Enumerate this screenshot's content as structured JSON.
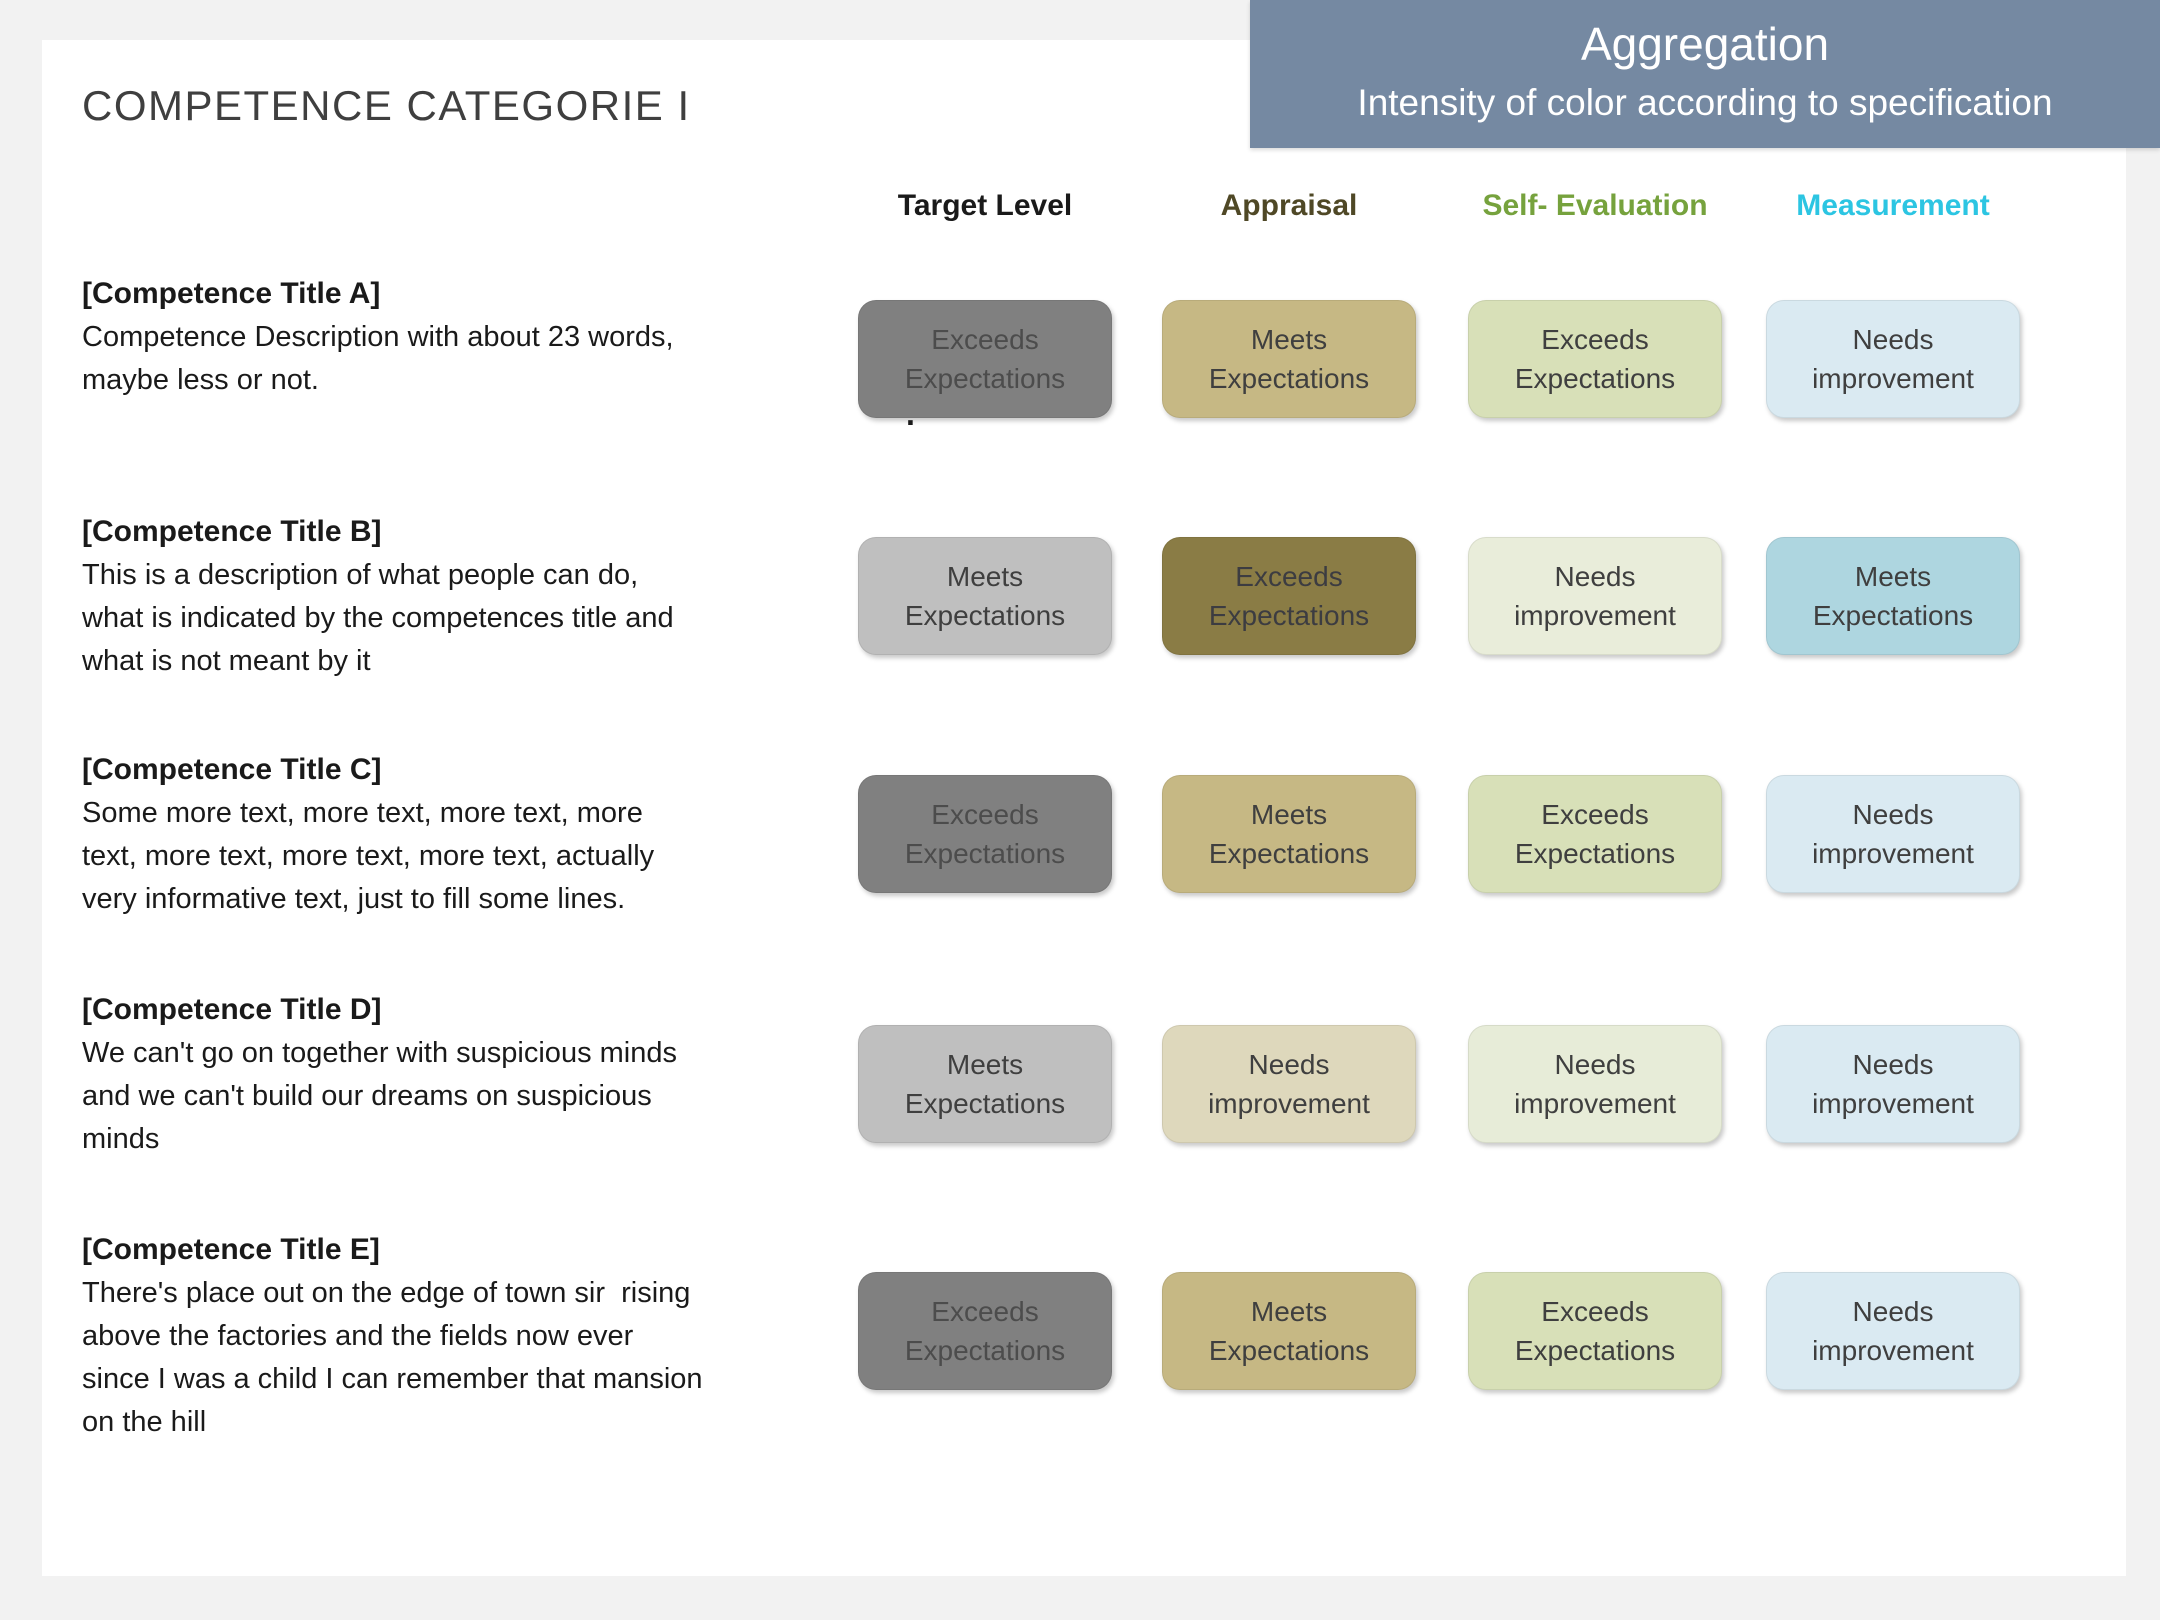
{
  "page": {
    "title": "COMPETENCE CATEGORIE I",
    "background": "#f2f2f2",
    "card_background": "#ffffff",
    "stray_mark": "."
  },
  "banner": {
    "title": "Aggregation",
    "subtitle": "Intensity of color according to specification",
    "bg": "#7589a2",
    "fg": "#ffffff"
  },
  "columns": [
    {
      "label": "Target Level",
      "color": "#1a1a1a"
    },
    {
      "label": "Appraisal",
      "color": "#4f4826"
    },
    {
      "label": "Self- Evaluation",
      "color": "#76a23d"
    },
    {
      "label": "Measurement",
      "color": "#2cc5e2"
    }
  ],
  "rows": [
    {
      "title": "[Competence Title A]",
      "description": "Competence Description with about 23 words,\nmaybe less or not.",
      "cells": [
        {
          "column": "Target Level",
          "label": "Exceeds Expectations",
          "bg": "#808080",
          "fg": "#4c4c4c"
        },
        {
          "column": "Appraisal",
          "label": "Meets Expectations",
          "bg": "#c6b884",
          "fg": "#3f3f3f"
        },
        {
          "column": "Self- Evaluation",
          "label": "Exceeds Expectations",
          "bg": "#d8e0b8",
          "fg": "#3f3f3f"
        },
        {
          "column": "Measurement",
          "label": "Needs improvement",
          "bg": "#daeaf2",
          "fg": "#3f3f3f"
        }
      ]
    },
    {
      "title": "[Competence Title B]",
      "description": "This is a description of what people can do,\nwhat is indicated by the competences title and\nwhat is not meant by it",
      "cells": [
        {
          "column": "Target Level",
          "label": "Meets Expectations",
          "bg": "#bfbfbf",
          "fg": "#3f3f3f"
        },
        {
          "column": "Appraisal",
          "label": "Exceeds Expectations",
          "bg": "#8a7c45",
          "fg": "#3c3c41"
        },
        {
          "column": "Self- Evaluation",
          "label": "Needs improvement",
          "bg": "#e9edda",
          "fg": "#3f3f3f"
        },
        {
          "column": "Measurement",
          "label": "Meets Expectations",
          "bg": "#aed6e0",
          "fg": "#3f3f3f"
        }
      ]
    },
    {
      "title": "[Competence Title C]",
      "description": "Some more text, more text, more text, more\ntext, more text, more text, more text, actually\nvery informative text, just to fill some lines.",
      "cells": [
        {
          "column": "Target Level",
          "label": "Exceeds Expectations",
          "bg": "#808080",
          "fg": "#4c4c4c"
        },
        {
          "column": "Appraisal",
          "label": "Meets Expectations",
          "bg": "#c6b884",
          "fg": "#3f3f3f"
        },
        {
          "column": "Self- Evaluation",
          "label": "Exceeds Expectations",
          "bg": "#d8e0b8",
          "fg": "#3f3f3f"
        },
        {
          "column": "Measurement",
          "label": "Needs improvement",
          "bg": "#daeaf2",
          "fg": "#3f3f3f"
        }
      ]
    },
    {
      "title": "[Competence Title D]",
      "description": "We can't go on together with suspicious minds\nand we can't build our dreams on suspicious\nminds",
      "cells": [
        {
          "column": "Target Level",
          "label": "Meets Expectations",
          "bg": "#bfbfbf",
          "fg": "#3f3f3f"
        },
        {
          "column": "Appraisal",
          "label": "Needs improvement",
          "bg": "#ded8bc",
          "fg": "#3f3f3f"
        },
        {
          "column": "Self- Evaluation",
          "label": "Needs improvement",
          "bg": "#e7ecd8",
          "fg": "#3f3f3f"
        },
        {
          "column": "Measurement",
          "label": "Needs improvement",
          "bg": "#daeaf2",
          "fg": "#3f3f3f"
        }
      ]
    },
    {
      "title": "[Competence Title E]",
      "description": "There's place out on the edge of town sir  rising\nabove the factories and the fields now ever\nsince I was a child I can remember that mansion\non the hill",
      "cells": [
        {
          "column": "Target Level",
          "label": "Exceeds Expectations",
          "bg": "#808080",
          "fg": "#4c4c4c"
        },
        {
          "column": "Appraisal",
          "label": "Meets Expectations",
          "bg": "#c6b884",
          "fg": "#3f3f3f"
        },
        {
          "column": "Self- Evaluation",
          "label": "Exceeds Expectations",
          "bg": "#d8e0b8",
          "fg": "#3f3f3f"
        },
        {
          "column": "Measurement",
          "label": "Needs improvement",
          "bg": "#daeaf2",
          "fg": "#3f3f3f"
        }
      ]
    }
  ]
}
